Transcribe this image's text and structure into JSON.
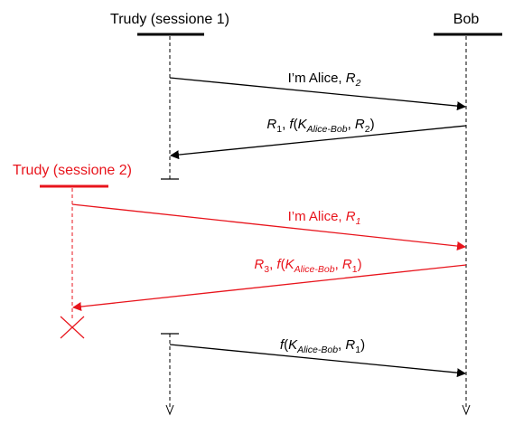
{
  "colors": {
    "primary": "#000000",
    "attacker": "#e8141c"
  },
  "participants": [
    {
      "id": "trudy1",
      "label": "Trudy (sessione 1)",
      "color": "#000000"
    },
    {
      "id": "bob",
      "label": "Bob",
      "color": "#000000"
    },
    {
      "id": "trudy2",
      "label": "Trudy (sessione 2)",
      "color": "#e8141c"
    }
  ],
  "messages": [
    {
      "id": "msg1",
      "from": "trudy1",
      "to": "bob",
      "color": "#000000",
      "label": {
        "main": "I’m Alice, ",
        "var": "R",
        "sub": "2"
      }
    },
    {
      "id": "msg2",
      "from": "bob",
      "to": "trudy1",
      "color": "#000000",
      "label": {
        "r": "R",
        "rsub": "1",
        "comma1": ", ",
        "f": "f",
        "open": "(",
        "k": "K",
        "ksub": "Alice-Bob",
        "comma2": ", ",
        "r2": "R",
        "r2sub": "2",
        "close": ")"
      }
    },
    {
      "id": "msg3",
      "from": "trudy2",
      "to": "bob",
      "color": "#e8141c",
      "label": {
        "main": "I’m Alice, ",
        "var": "R",
        "sub": "1"
      }
    },
    {
      "id": "msg4",
      "from": "bob",
      "to": "trudy2",
      "color": "#e8141c",
      "label": {
        "r": "R",
        "rsub": "3",
        "comma1": ", ",
        "f": "f",
        "open": "(",
        "k": "K",
        "ksub": "Alice-Bob",
        "comma2": ", ",
        "r2": "R",
        "r2sub": "1",
        "close": ")"
      }
    },
    {
      "id": "msg5",
      "from": "trudy1",
      "to": "bob",
      "color": "#000000",
      "label": {
        "f": "f",
        "open": "(",
        "k": "K",
        "ksub": "Alice-Bob",
        "comma2": ", ",
        "r2": "R",
        "r2sub": "1",
        "close": ")"
      }
    }
  ]
}
